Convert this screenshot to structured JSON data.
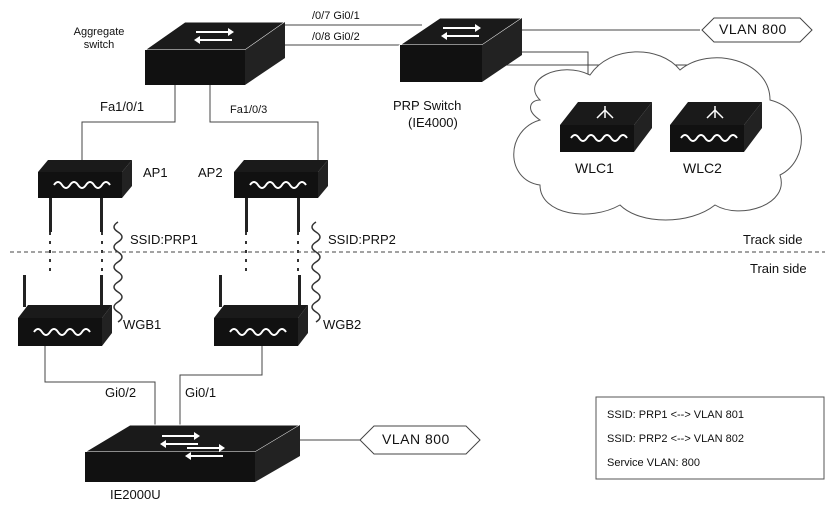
{
  "nodes": {
    "aggregate": "Aggregate\nswitch",
    "prp_switch_line1": "PRP Switch",
    "prp_switch_line2": "(IE4000)",
    "ap1": "AP1",
    "ap2": "AP2",
    "wlc1": "WLC1",
    "wlc2": "WLC2",
    "wgb1": "WGB1",
    "wgb2": "WGB2",
    "ie2000u": "IE2000U"
  },
  "ports": {
    "gi07": "/0/7 Gi0/1",
    "gi08": "/0/8 Gi0/2",
    "fa101": "Fa1/0/1",
    "fa103": "Fa1/0/3",
    "gi02": "Gi0/2",
    "gi01": "Gi0/1"
  },
  "vlans": {
    "top": "VLAN 800",
    "bottom": "VLAN 800"
  },
  "ssids": {
    "prp1": "SSID:PRP1",
    "prp2": "SSID:PRP2"
  },
  "sides": {
    "track": "Track side",
    "train": "Train side"
  },
  "legend": {
    "line1": "SSID: PRP1 <--> VLAN 801",
    "line2": "SSID: PRP2 <--> VLAN 802",
    "line3": "Service VLAN: 800"
  }
}
